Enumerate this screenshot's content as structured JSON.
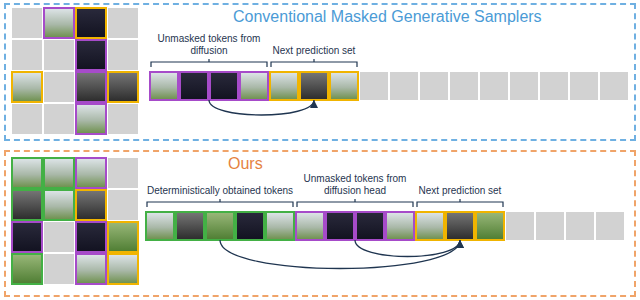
{
  "diagram": {
    "nodes": [
      {
        "text": [
          "Conventional Masked Generative Samplers"
        ]
      },
      {
        "text": [
          "Unmasked tokens from diffusion"
        ],
        "in": 0
      },
      {
        "text": [
          "Next prediction set"
        ],
        "in": 0
      },
      {
        "text": [
          "Ours"
        ]
      },
      {
        "text": [
          "Deterministically obtained tokens"
        ],
        "in": 3
      },
      {
        "text": [
          "Unmasked tokens from diffusion head"
        ],
        "in": 3
      },
      {
        "text": [
          "Next prediction set"
        ],
        "in": 3
      }
    ],
    "edges": [
      {
        "from": 1,
        "to": 2,
        "arrow": "to"
      },
      {
        "from": 4,
        "to": 6,
        "arrow": "to"
      },
      {
        "from": 5,
        "to": 6,
        "arrow": "to"
      }
    ]
  }
}
